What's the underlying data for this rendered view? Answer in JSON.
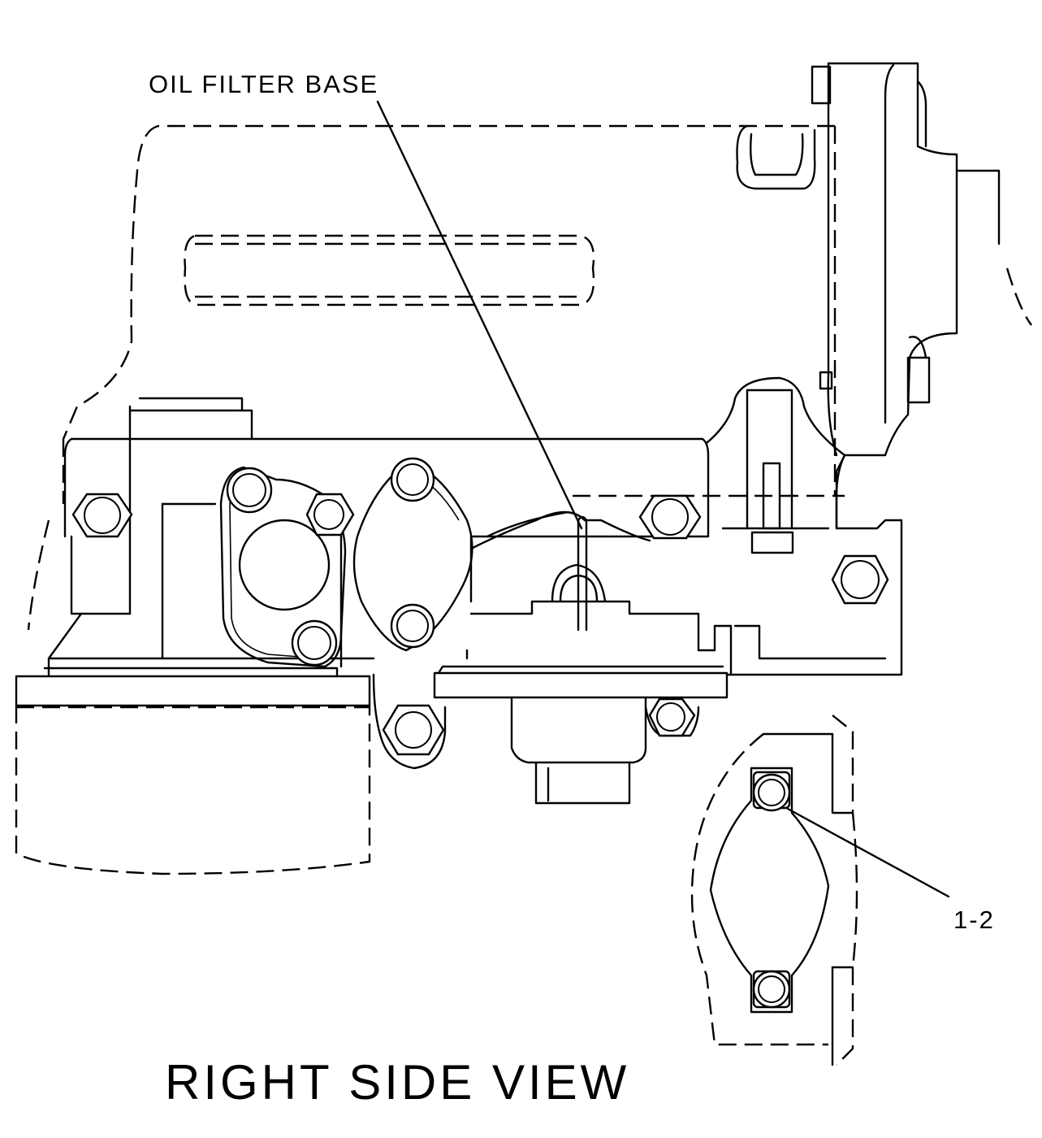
{
  "labels": {
    "oil_filter_base": "OIL FILTER BASE",
    "callout_1_2": "1-2",
    "view_title": "RIGHT SIDE VIEW"
  },
  "colors": {
    "line": "#000000",
    "background": "#ffffff"
  }
}
